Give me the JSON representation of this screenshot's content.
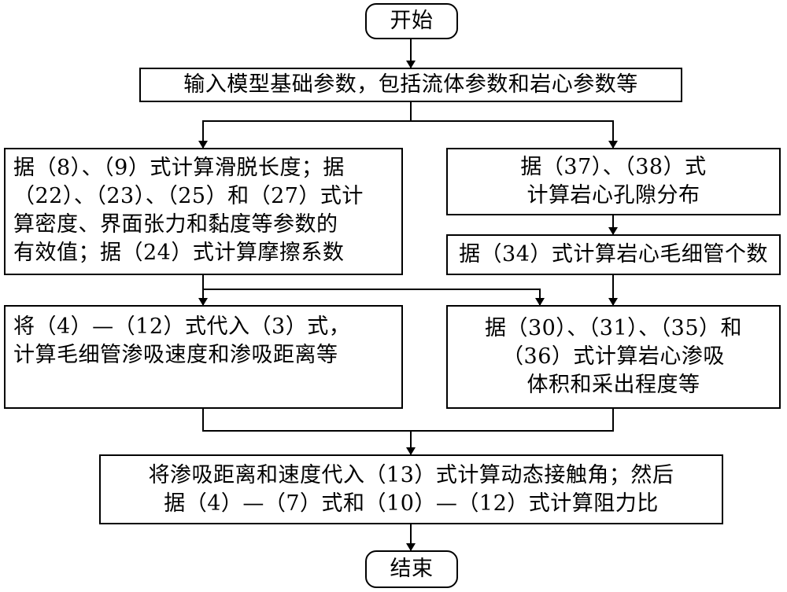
{
  "nodes": {
    "start": {
      "text": "开始"
    },
    "input": {
      "text": "输入模型基础参数，包括流体参数和岩心参数等"
    },
    "slip": {
      "lines": [
        "据（8）、（9）式计算滑脱长度；据",
        "（22）、（23）、（25）和（27）式计",
        "算密度、界面张力和黏度等参数的",
        "有效值；据（24）式计算摩擦系数"
      ]
    },
    "pore": {
      "lines": [
        "据（37）、（38）式",
        "计算岩心孔隙分布"
      ]
    },
    "capcount": {
      "text": "据（34）式计算岩心毛细管个数"
    },
    "imbspeed": {
      "lines": [
        "将（4）—（12）式代入（3）式，",
        "计算毛细管渗吸速度和渗吸距离等"
      ]
    },
    "volume": {
      "lines": [
        "据（30）、（31）、（35）和",
        "（36）式计算岩心渗吸",
        "体积和采出程度等"
      ]
    },
    "contact": {
      "lines": [
        "将渗吸距离和速度代入（13）式计算动态接触角；然后",
        "据（4）—（7）式和（10）—（12）式计算阻力比"
      ]
    },
    "end": {
      "text": "结束"
    }
  }
}
